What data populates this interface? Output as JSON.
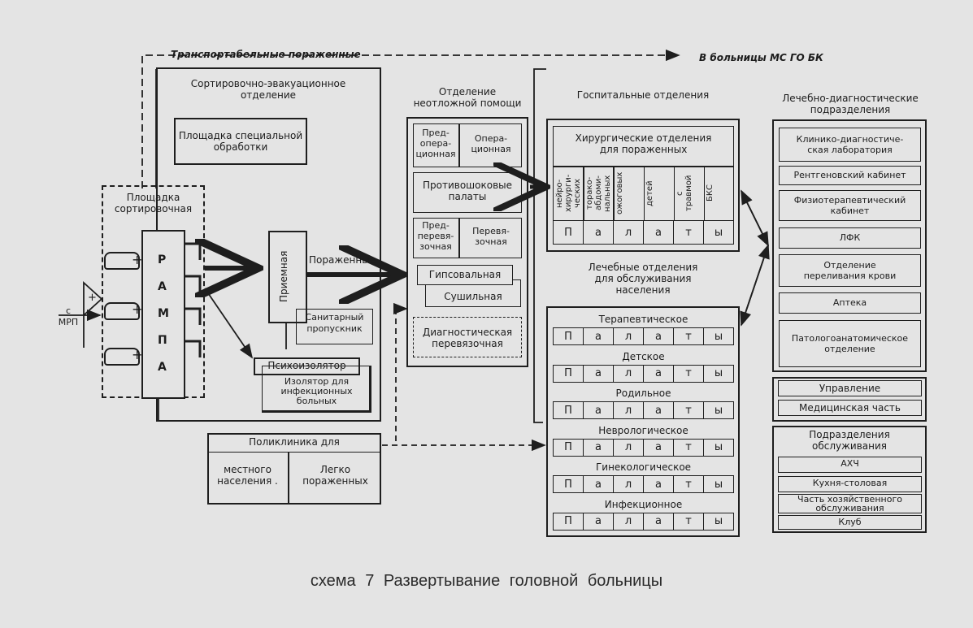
{
  "top_route": {
    "transportable": "Транспортабельные пораженные",
    "destination": "В больницы МС ГО БК"
  },
  "sorting_evac": {
    "title": "Сортировочно-эвакуационное\nотделение",
    "special_area": "Площадка специальной\nобработки"
  },
  "sorting_area": {
    "title": "Площадка\nсортировочная",
    "ramp_letters": [
      "Р",
      "А",
      "М",
      "П",
      "А"
    ],
    "mrp": "с\nМРП",
    "plus": "+"
  },
  "reception": {
    "label": "Приемная",
    "injured": "Пораженные",
    "sanitary": "Санитарный\nпропускник",
    "psycho": "Психоизолятор",
    "isolator": "Изолятор для\nинфекционных\nбольных"
  },
  "polyclinic": {
    "title": "Поликлиника для",
    "local": "местного\nнаселения .",
    "light": "Легко\nпораженных"
  },
  "urgent_care": {
    "title": "Отделение\nнеотложной помощи",
    "preop": "Пред-\nопера-\nционная",
    "op": "Опера-\nционная",
    "antishock": "Противошоковые\nпалаты",
    "predress": "Пред-\nперевя-\nзочная",
    "dress": "Перевя-\nзочная",
    "plaster": "Гипсовальная",
    "drying": "Сушильная",
    "diag_dress": "Диагностическая\nперевязочная"
  },
  "hospital_depts": {
    "title": "Госпитальные отделения",
    "surgical": "Хирургические отделения\nдля пораженных",
    "columns": [
      "нейро-\nхирурги-\nческих",
      "торако-\nабдоми-\nнальных",
      "ожоговых",
      "детей",
      "с\nтравмой",
      "БКС"
    ],
    "ward_letters": [
      "П",
      "а",
      "л",
      "а",
      "т",
      "ы"
    ]
  },
  "treatment_depts": {
    "title": "Лечебные отделения\nдля обслуживания\nнаселения",
    "departments": [
      "Терапевтическое",
      "Детское",
      "Родильное",
      "Неврологическое",
      "Гинекологическое",
      "Инфекционное"
    ],
    "ward_letters": [
      "П",
      "а",
      "л",
      "а",
      "т",
      "ы"
    ]
  },
  "diag_units": {
    "title": "Лечебно-диагностические\nподразделения",
    "items": [
      "Клинико-диагностиче-\nская лаборатория",
      "Рентгеновский кабинет",
      "Физиотерапевтический\nкабинет",
      "ЛФК",
      "Отделение\nпереливания крови",
      "Аптека",
      "Патологоанатомическое\nотделение"
    ]
  },
  "admin": {
    "management": "Управление",
    "medical": "Медицинская часть",
    "service_units": "Подразделения\nобслуживания",
    "service_items": [
      "АХЧ",
      "Кухня-столовая",
      "Часть хозяйственного\nобслуживания",
      "Клуб"
    ]
  },
  "caption": "схема 7   Развертывание   головной   больницы"
}
